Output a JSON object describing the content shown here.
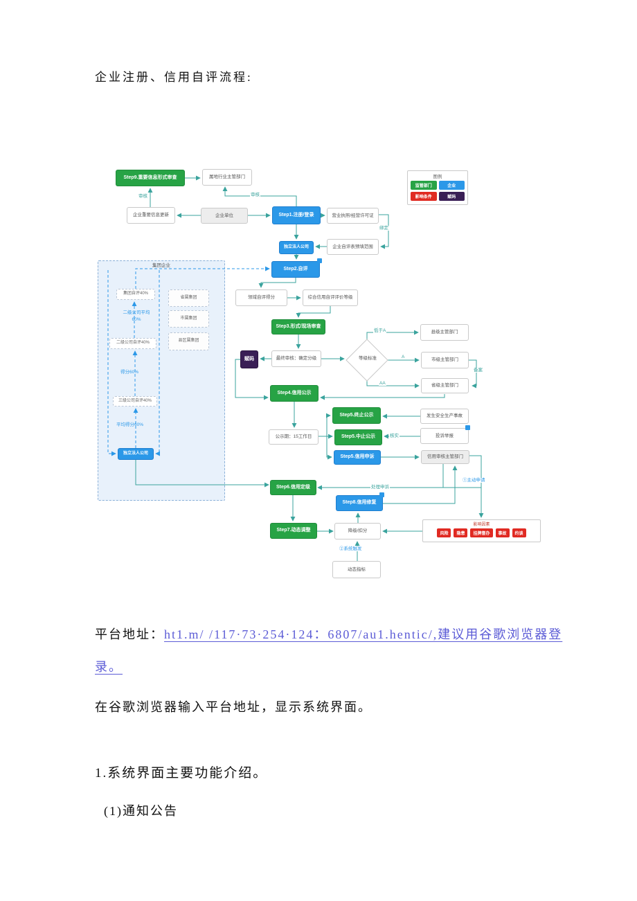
{
  "page": {
    "title": "企业注册、信用自评流程:"
  },
  "flowchart": {
    "legend": {
      "title": "图例",
      "items": [
        {
          "label": "监管部门",
          "color": "#27a345"
        },
        {
          "label": "企业",
          "color": "#2b98e8"
        },
        {
          "label": "影响条件",
          "color": "#e02a22"
        },
        {
          "label": "赋码",
          "color": "#3a1f56"
        }
      ]
    },
    "nodes": {
      "step9": "Step9.重要信息形式审查",
      "dept_local": "属地行业主管部门",
      "info_update": "企业重要信息更新",
      "company_unit": "企业单位",
      "step1": "Step1.注册/登录",
      "license": "营业执照/经营许可证",
      "scope": "企业自评表预填范围",
      "indep_top": "独立法人公司",
      "step2": "Step2.自评",
      "domain_score": "领域自评得分",
      "comp_grade": "综合信用自评评价等级",
      "step3": "Step3.形式/现场审查",
      "assign": "赋码",
      "final_review": "最终审核：确定分级",
      "standard": "等级标准",
      "county": "县级主管部门",
      "city": "市级主管部门",
      "province": "省级主管部门",
      "step4": "Step4.信用公示",
      "step5_stop": "Step5.终止公示",
      "accident": "发生安全生产事故",
      "period": "公示期：15工作日",
      "step5_suspend": "Step5.中止公示",
      "complaint": "投诉举报",
      "step5_appeal": "Step5.信用申诉",
      "credit_dept": "信用审核主管部门",
      "step6": "Step6.信用定级",
      "step8": "Step8.信用修复",
      "step7": "Step7.动态调整",
      "downgrade": "降级/扣分",
      "dynamic": "动态指标",
      "factors_title": "影响因素"
    },
    "factors": [
      "风险",
      "隐患",
      "挂牌督办",
      "事故",
      "约谈"
    ],
    "labels": {
      "review1": "审核",
      "review2": "审核",
      "bind": "绑定",
      "below_a": "低于A",
      "a": "A",
      "aa": "AA",
      "filing": "备案",
      "verify": "核实",
      "handle_appeal": "处理申诉",
      "proactive": "①主动申请",
      "system_trigger": "②系统触发"
    },
    "group": {
      "title": "集团企业",
      "group_self": "集团自评40%",
      "avg2": "二级公司平均",
      "avg2b": "60%",
      "second_self": "二级公司自评40%",
      "score": "得分60%",
      "third_self": "三级公司自评40%",
      "avg_score": "平均得分60%",
      "indep": "独立法人公司",
      "prov_group": "省属集团",
      "city_group": "市属集团",
      "county_group": "县区属集团"
    }
  },
  "paragraphs": {
    "platform_label": "平台地址：",
    "platform_link": "ht1.m/ /117·73·254·124：6807/au1.hentic/,建议用谷歌浏览器登录。",
    "browser": "在谷歌浏览器输入平台地址，显示系统界面。",
    "section1": "1.系统界面主要功能介绍。",
    "item1": "(1)通知公告"
  }
}
